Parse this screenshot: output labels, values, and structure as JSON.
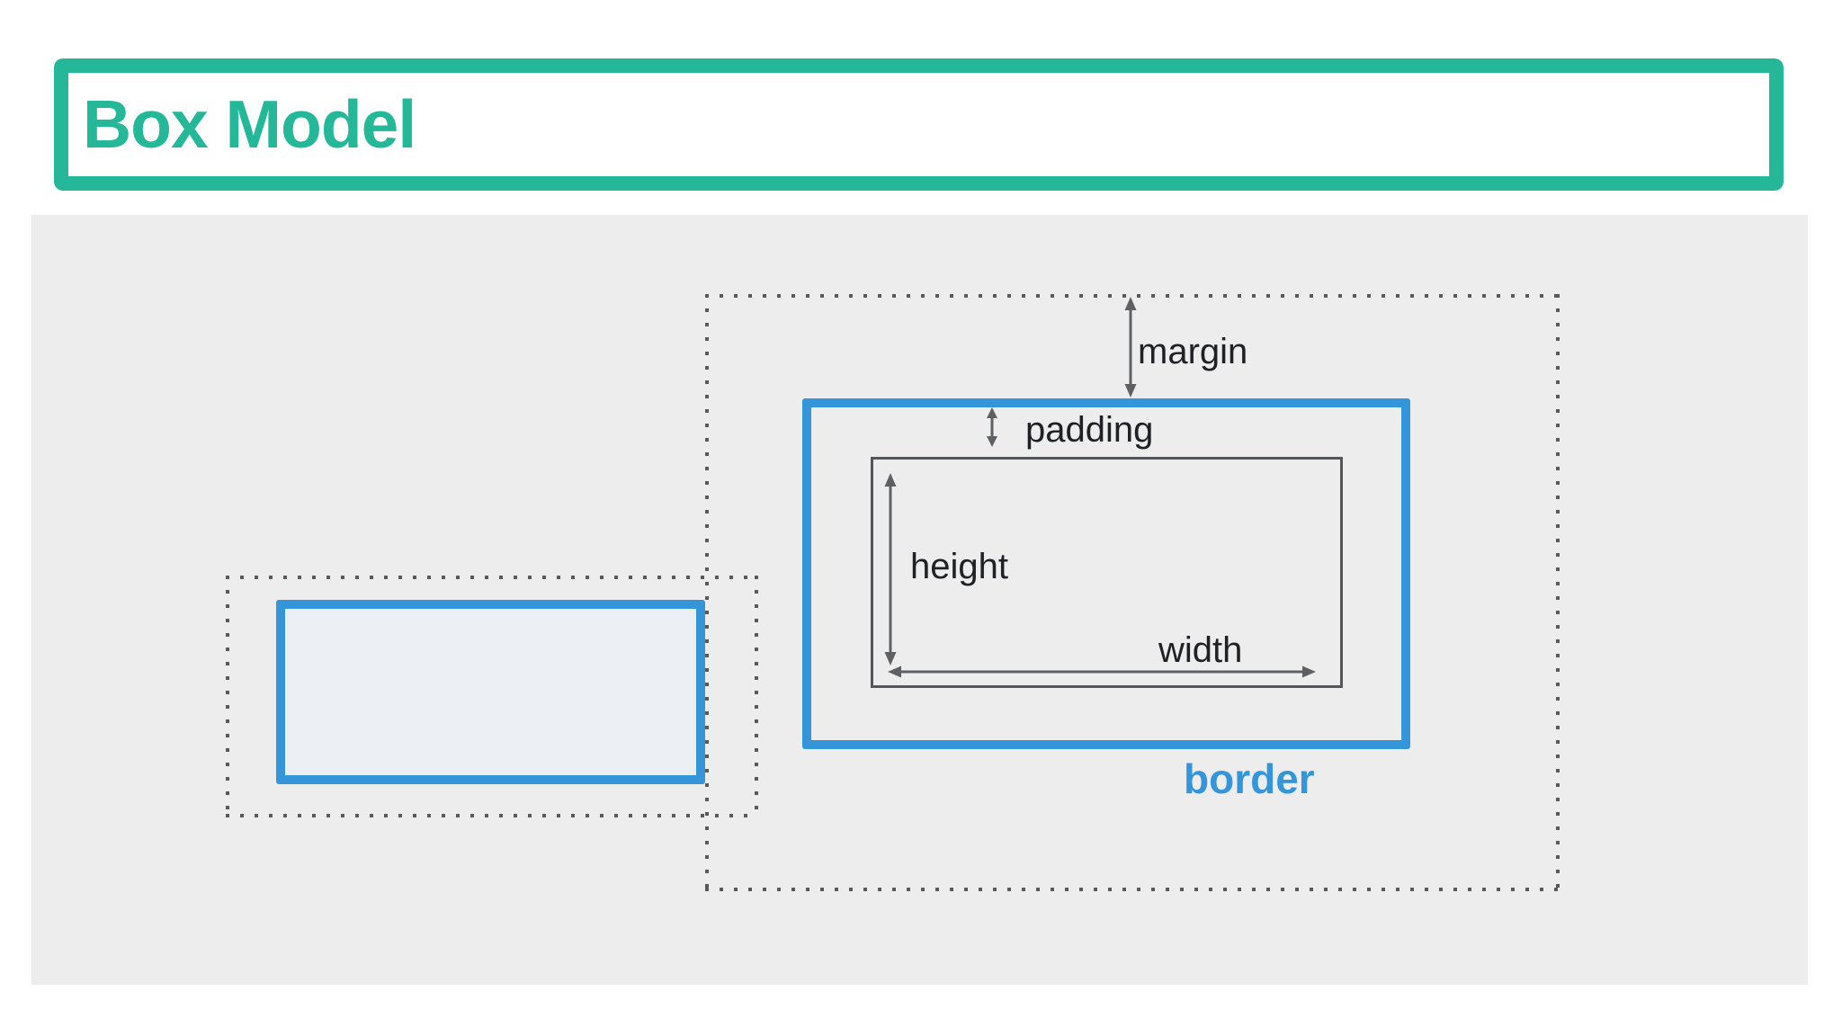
{
  "slide": {
    "title": "Box Model"
  },
  "diagram": {
    "labels": {
      "margin": "margin",
      "padding": "padding",
      "height": "height",
      "width": "width",
      "border": "border"
    }
  },
  "colors": {
    "green": "#24B899",
    "blue": "#3496D8",
    "canvas_bg": "#EDEDEE",
    "dot": "#5A5A5C",
    "arrow": "#5E6163",
    "label_text": "#202124",
    "inner_border": "#55565A",
    "left_box_fill": "#ECEFF3",
    "title_bg": "#FFFFFF"
  }
}
